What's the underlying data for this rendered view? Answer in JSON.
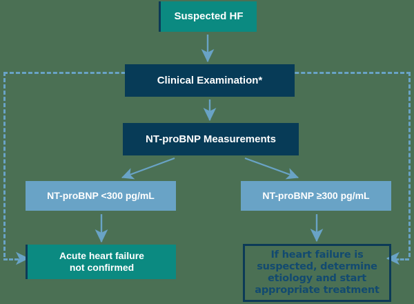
{
  "diagram": {
    "title": "Suspected heart failure NT-proBNP diagnostic algorithm",
    "colors": {
      "background": "#4b7054",
      "teal": "#0b8a81",
      "navy": "#073b57",
      "light_blue": "#69a3c6",
      "outline_text": "#124a70"
    },
    "nodes": [
      {
        "id": "suspected",
        "label": "Suspected HF",
        "style": "teal"
      },
      {
        "id": "clinical",
        "label": "Clinical Examination*",
        "style": "navy"
      },
      {
        "id": "measure",
        "label": "NT-proBNP Measurements",
        "style": "navy"
      },
      {
        "id": "low",
        "label": "NT-proBNP <300 pg/mL",
        "style": "light-blue"
      },
      {
        "id": "high",
        "label": "NT-proBNP ≥300 pg/mL",
        "style": "light-blue"
      },
      {
        "id": "notconf",
        "label_line1": "Acute heart failure",
        "label_line2": "not confirmed",
        "style": "teal"
      },
      {
        "id": "determine",
        "label_line1": "If heart failure is",
        "label_line2": "suspected, determine",
        "label_line3": "etiology and start",
        "label_line4": "appropriate treatment",
        "style": "outlined-navy"
      }
    ],
    "edges": [
      {
        "from": "suspected",
        "to": "clinical",
        "type": "solid-arrow-down"
      },
      {
        "from": "clinical",
        "to": "measure",
        "type": "solid-arrow-down"
      },
      {
        "from": "measure",
        "to": "low",
        "type": "solid-arrow-diagonal-left"
      },
      {
        "from": "measure",
        "to": "high",
        "type": "solid-arrow-diagonal-right"
      },
      {
        "from": "low",
        "to": "notconf",
        "type": "solid-arrow-down"
      },
      {
        "from": "high",
        "to": "determine",
        "type": "solid-arrow-down"
      },
      {
        "from": "dashed-region",
        "to": "notconf",
        "type": "dashed-arrow-right"
      },
      {
        "from": "dashed-region",
        "to": "determine",
        "type": "dashed-arrow-left"
      }
    ]
  }
}
